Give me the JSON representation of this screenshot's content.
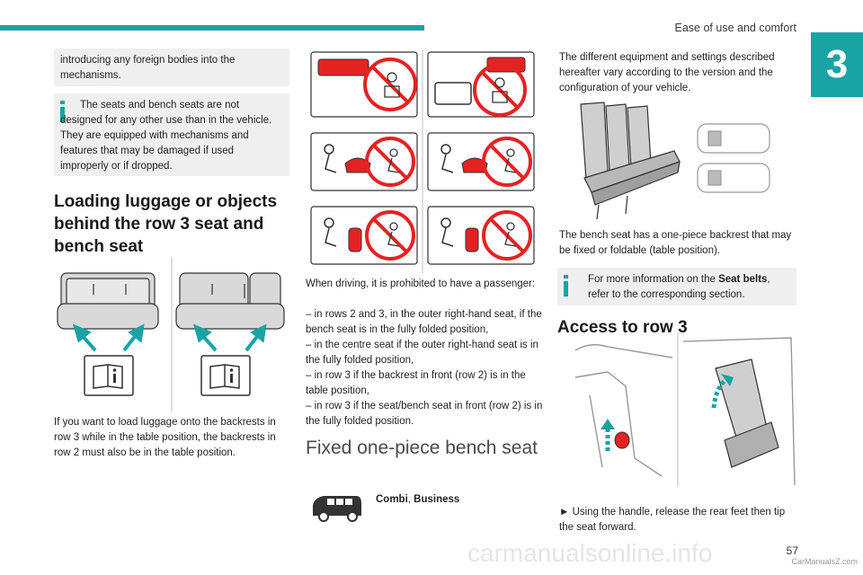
{
  "header": {
    "title": "Ease of use and comfort",
    "chapter": "3"
  },
  "col1": {
    "box1_text": "introducing any foreign bodies into the mechanisms.",
    "box2_text": "The seats and bench seats are not designed for any other use than in the vehicle. They are equipped with mechanisms and features that may be damaged if used improperly or if dropped.",
    "heading": "Loading luggage or objects behind the row 3 seat and bench seat",
    "paragraph": "If you want to load luggage onto the backrests in row 3 while in the table position, the backrests in row 2 must also be in the table position."
  },
  "col2": {
    "intro": "When driving, it is prohibited to have a passenger:",
    "items": [
      "– in rows 2 and 3, in the outer right-hand seat, if the bench seat is in the fully folded position,",
      "– in the centre seat if the outer right-hand seat is in the fully folded position,",
      "– in row 3 if the backrest in front (row 2) is in the table position,",
      "– in row 3 if the seat/bench seat in front (row 2) is in the fully folded position."
    ],
    "heading": "Fixed one-piece bench seat",
    "versions_a": "Combi",
    "versions_sep": ", ",
    "versions_b": "Business"
  },
  "col3": {
    "p1": "The different equipment and settings described hereafter vary according to the version and the configuration of your vehicle.",
    "p2": "The bench seat has a one-piece backrest that may be fixed or foldable (table position).",
    "info_pre": "For more information on the ",
    "info_bold": "Seat belts",
    "info_post": ", refer to the corresponding section.",
    "heading": "Access to row 3",
    "step": "► Using the handle, release the rear feet then tip the seat forward."
  },
  "footer": {
    "page": "57",
    "watermark": "CarManualsZ.com",
    "big_watermark": "carmanualsonline.info"
  },
  "colors": {
    "accent": "#1aa3a3",
    "prohibit": "#e52222",
    "box_bg": "#efefef"
  }
}
